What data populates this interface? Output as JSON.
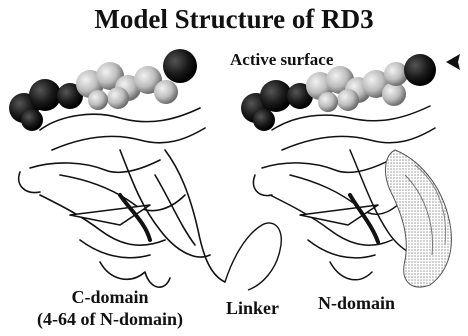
{
  "title": "Model Structure of RD3",
  "labels": {
    "active_surface": "Active surface",
    "c_domain": "C-domain",
    "c_domain_range": "(4-64 of N-domain)",
    "linker": "Linker",
    "n_domain": "N-domain"
  },
  "colors": {
    "ink": "#111111",
    "sphere_dark": "#1a1a1a",
    "sphere_light": "#bdbdbd",
    "ribbon_shade": "#d9d9d9"
  }
}
